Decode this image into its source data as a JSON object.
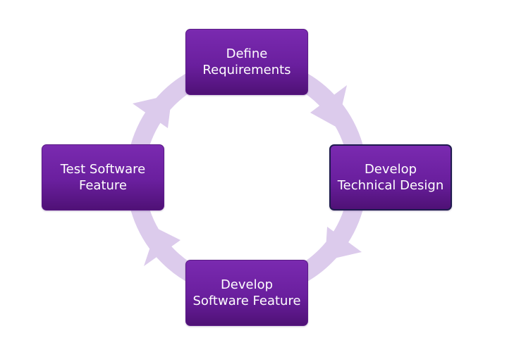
{
  "diagram": {
    "type": "cycle",
    "nodes": [
      {
        "label": "Define\nRequirements",
        "selected": false
      },
      {
        "label": "Develop\nTechnical Design",
        "selected": true
      },
      {
        "label": "Develop\nSoftware Feature",
        "selected": false
      },
      {
        "label": "Test Software\nFeature",
        "selected": false
      }
    ],
    "edges": [
      {
        "from": 0,
        "to": 1
      },
      {
        "from": 1,
        "to": 2
      },
      {
        "from": 2,
        "to": 3
      },
      {
        "from": 3,
        "to": 0
      }
    ],
    "colors": {
      "node_fill_top": "#7a2ab0",
      "node_fill_bottom": "#4f1176",
      "node_text": "#ffffff",
      "ring": "#dccbec",
      "selected_border": "#1f1b4f"
    }
  }
}
